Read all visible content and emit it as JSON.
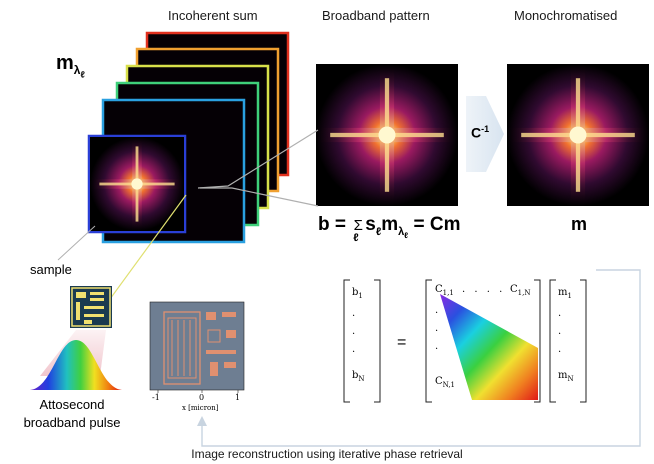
{
  "labels": {
    "incoherent_sum": "Incoherent sum",
    "broadband_pattern": "Broadband pattern",
    "monochromatised": "Monochromatised",
    "m_lambda": "m",
    "m_lambda_sub": "λ",
    "m_lambda_subsub": "ℓ",
    "c_inverse": "C",
    "c_inverse_sup": "-1",
    "sample": "sample",
    "pulse_line1": "Attosecond",
    "pulse_line2": "broadband pulse",
    "m_output": "m",
    "reconstruction": "Image reconstruction using iterative phase retrieval"
  },
  "equation": {
    "b": "b",
    "eq1": "=",
    "sigma": "Σ",
    "sigma_sub": "ℓ",
    "s": "s",
    "s_sub": "ℓ",
    "m": "m",
    "m_sub": "λ",
    "m_subsub": "ℓ",
    "eq2": "= Cm"
  },
  "matrix_equation": {
    "b_top": "b",
    "b_top_sub": "1",
    "b_dots": [
      ".",
      ".",
      "."
    ],
    "b_bottom": "b",
    "b_bottom_sub": "N",
    "equals": "=",
    "c11": "C",
    "c11_sub": "1,1",
    "c_row_dots": ". . . .",
    "c1n": "C",
    "c1n_sub": "1,N",
    "c_col_dots": [
      ".",
      ".",
      "."
    ],
    "cn1": "C",
    "cn1_sub": "N,1",
    "m_top": "m",
    "m_top_sub": "1",
    "m_dots": [
      ".",
      ".",
      "."
    ],
    "m_bottom": "m",
    "m_bottom_sub": "N"
  },
  "sample_plot": {
    "x_ticks": [
      "-1",
      "0",
      "1"
    ],
    "x_label": "x [micron]"
  },
  "colors": {
    "stack_frames": [
      "#2a3fd6",
      "#2aa0e0",
      "#3fd07a",
      "#d8e04a",
      "#f0a030",
      "#e0301e"
    ],
    "feedback_arrow": "#c8d4e0",
    "spectrum": [
      "#7a2bd6",
      "#2a50e0",
      "#2ac0e0",
      "#3ad040",
      "#f0e030",
      "#f08020",
      "#e02020"
    ]
  }
}
